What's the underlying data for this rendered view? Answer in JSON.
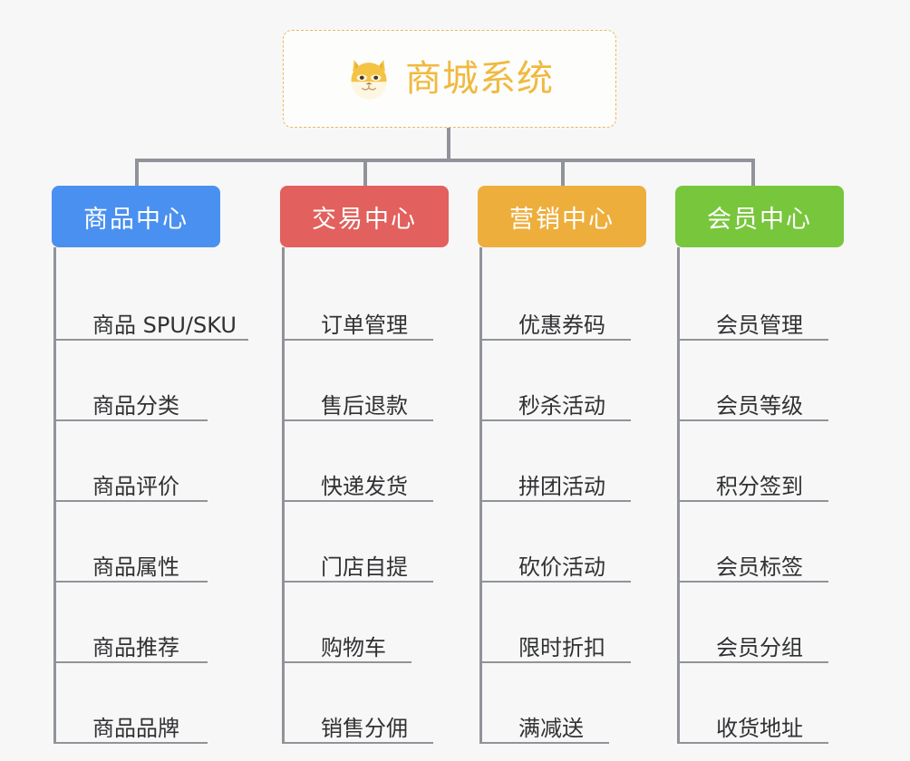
{
  "diagram": {
    "type": "mind-map",
    "background_color": "#f7f7f7",
    "connector_color": "#909399"
  },
  "root": {
    "title": "商城系统",
    "icon": "shiba-dog-face-icon",
    "text_color": "#f0b93f",
    "border_color": "#e8bb62",
    "border_style": "dashed"
  },
  "branches": [
    {
      "label": "商品中心",
      "color": "#4a90f0",
      "items": [
        {
          "label": "商品 SPU/SKU",
          "rule_width": 215
        },
        {
          "label": "商品分类",
          "rule_width": 170
        },
        {
          "label": "商品评价",
          "rule_width": 170
        },
        {
          "label": "商品属性",
          "rule_width": 170
        },
        {
          "label": "商品推荐",
          "rule_width": 170
        },
        {
          "label": "商品品牌",
          "rule_width": 170
        }
      ]
    },
    {
      "label": "交易中心",
      "color": "#e2605d",
      "items": [
        {
          "label": "订单管理",
          "rule_width": 167
        },
        {
          "label": "售后退款",
          "rule_width": 167
        },
        {
          "label": "快递发货",
          "rule_width": 167
        },
        {
          "label": "门店自提",
          "rule_width": 167
        },
        {
          "label": "购物车",
          "rule_width": 143
        },
        {
          "label": "销售分佣",
          "rule_width": 167
        }
      ]
    },
    {
      "label": "营销中心",
      "color": "#edae3c",
      "items": [
        {
          "label": "优惠券码",
          "rule_width": 167
        },
        {
          "label": "秒杀活动",
          "rule_width": 167
        },
        {
          "label": "拼团活动",
          "rule_width": 167
        },
        {
          "label": "砍价活动",
          "rule_width": 167
        },
        {
          "label": "限时折扣",
          "rule_width": 167
        },
        {
          "label": "满减送",
          "rule_width": 143
        }
      ]
    },
    {
      "label": "会员中心",
      "color": "#78c63c",
      "items": [
        {
          "label": "会员管理",
          "rule_width": 167
        },
        {
          "label": "会员等级",
          "rule_width": 167
        },
        {
          "label": "积分签到",
          "rule_width": 167
        },
        {
          "label": "会员标签",
          "rule_width": 167
        },
        {
          "label": "会员分组",
          "rule_width": 167
        },
        {
          "label": "收货地址",
          "rule_width": 167
        }
      ]
    }
  ]
}
